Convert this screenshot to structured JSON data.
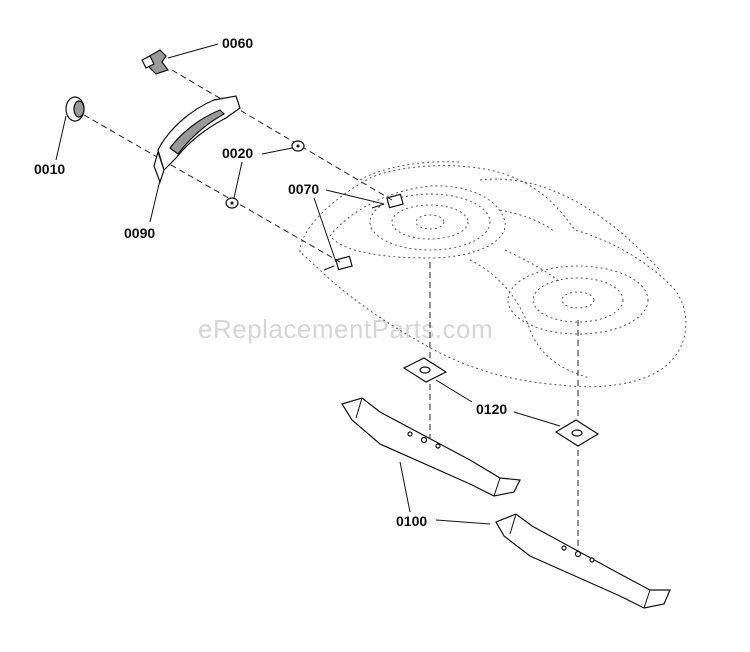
{
  "watermark": "eReplacementParts.com",
  "labels": {
    "p0060": "0060",
    "p0010": "0010",
    "p0020": "0020",
    "p0090": "0090",
    "p0070": "0070",
    "p0120": "0120",
    "p0100": "0100"
  }
}
